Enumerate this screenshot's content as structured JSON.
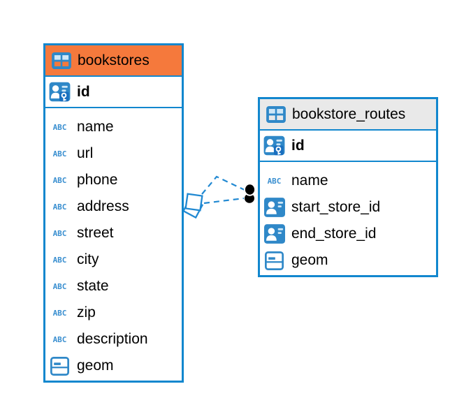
{
  "diagram_type": "entity-relationship",
  "colors": {
    "accent_blue": "#1287CE",
    "icon_blue": "#2F88C8",
    "abc_badge_blue": "#3A8FD0",
    "header_orange": "#F5793C",
    "header_gray": "#E9E9E9",
    "connector_blue": "#2189D2",
    "text": "#000000",
    "background": "#FFFFFF"
  },
  "type_badge": {
    "text_label": "ABC"
  },
  "tables": [
    {
      "name": "bookstores",
      "header_style": "orange",
      "primary_key": {
        "name": "id",
        "type": "primary-key"
      },
      "columns": [
        {
          "name": "name",
          "type": "text"
        },
        {
          "name": "url",
          "type": "text"
        },
        {
          "name": "phone",
          "type": "text"
        },
        {
          "name": "address",
          "type": "text"
        },
        {
          "name": "street",
          "type": "text"
        },
        {
          "name": "city",
          "type": "text"
        },
        {
          "name": "state",
          "type": "text"
        },
        {
          "name": "zip",
          "type": "text"
        },
        {
          "name": "description",
          "type": "text"
        },
        {
          "name": "geom",
          "type": "geometry"
        }
      ]
    },
    {
      "name": "bookstore_routes",
      "header_style": "gray",
      "primary_key": {
        "name": "id",
        "type": "primary-key"
      },
      "columns": [
        {
          "name": "name",
          "type": "text"
        },
        {
          "name": "start_store_id",
          "type": "foreign-key"
        },
        {
          "name": "end_store_id",
          "type": "foreign-key"
        },
        {
          "name": "geom",
          "type": "geometry"
        }
      ]
    }
  ],
  "connector": {
    "style": "dashed",
    "line_count": 2,
    "left_marker": "stacked-squares",
    "right_marker": "double-black-dot"
  }
}
